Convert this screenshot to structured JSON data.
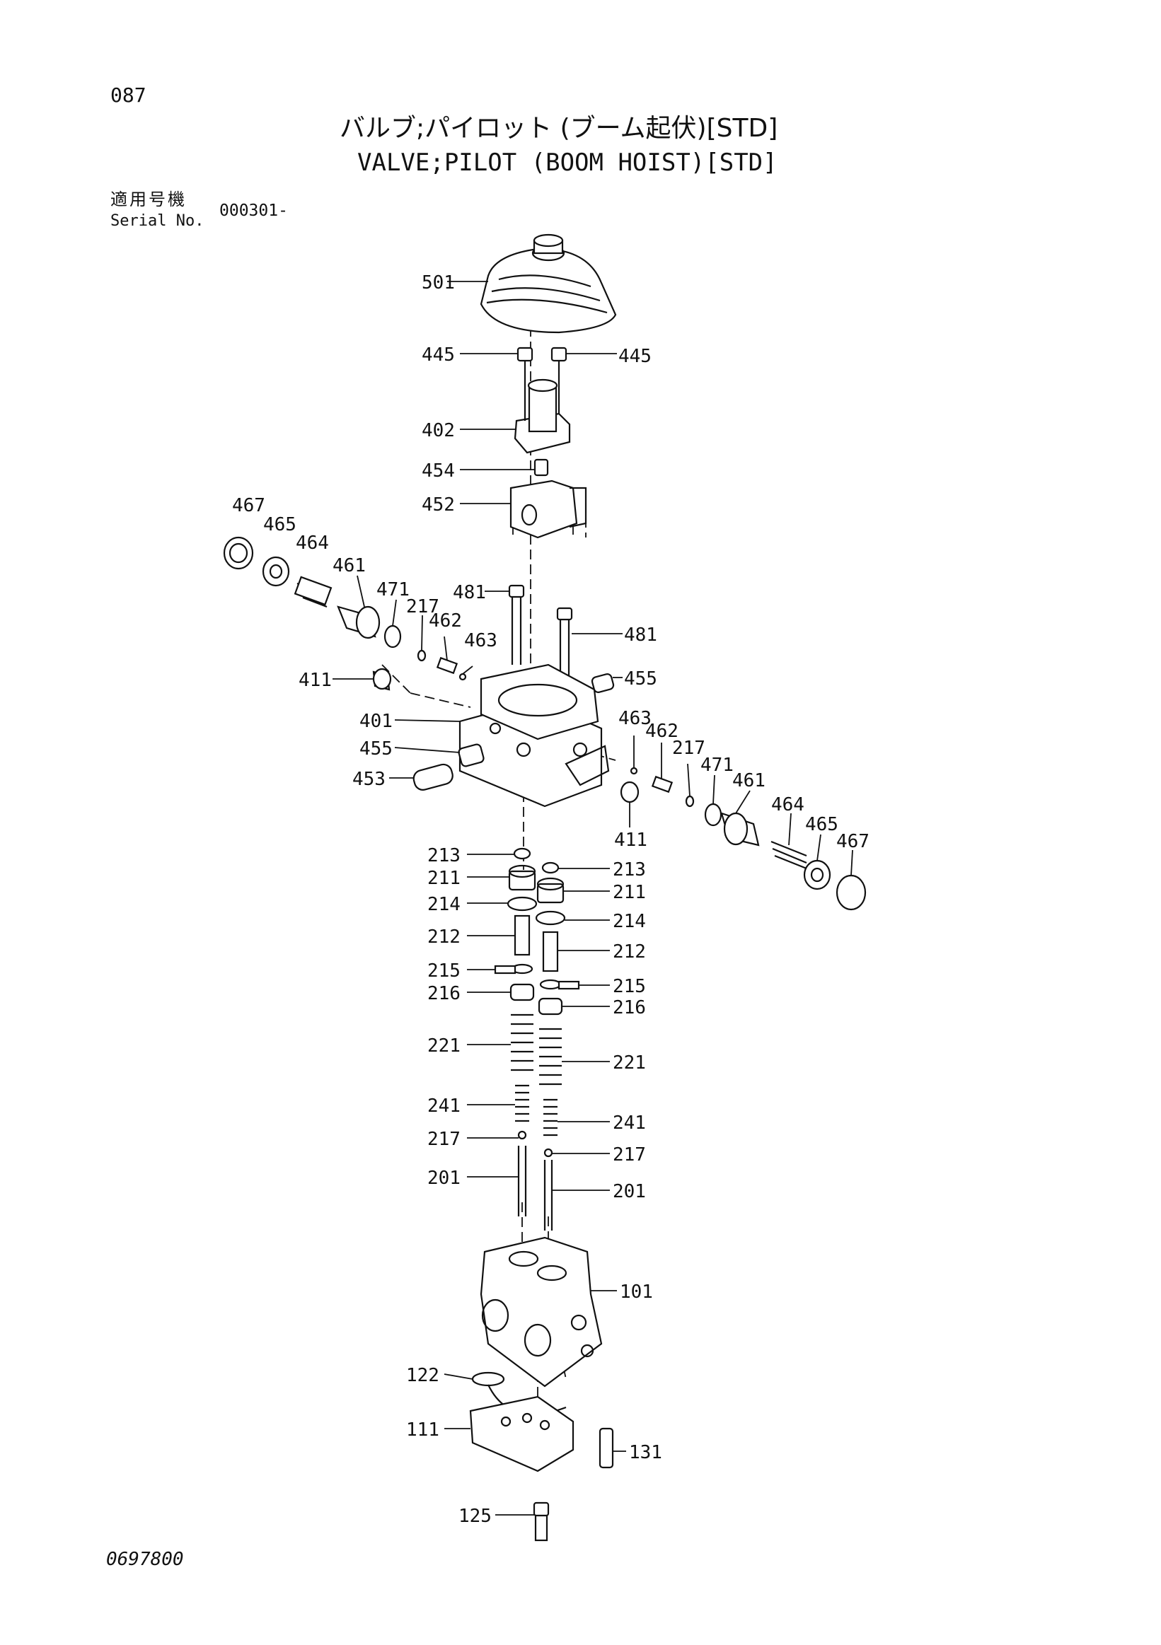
{
  "header": {
    "page_number": "087",
    "title_jp": "バルブ;パイロット (ブーム起伏)[STD]",
    "title_en": "VALVE;PILOT (BOOM HOIST)[STD]",
    "serial_label_jp": "適用号機",
    "serial_label_en": "Serial No.",
    "serial_value": "000301-"
  },
  "footer": {
    "document_number": "0697800"
  },
  "callouts": [
    "501",
    "445",
    "445",
    "402",
    "454",
    "452",
    "467",
    "465",
    "464",
    "461",
    "471",
    "217",
    "462",
    "463",
    "481",
    "481",
    "411",
    "455",
    "401",
    "455",
    "453",
    "463",
    "462",
    "217",
    "471",
    "461",
    "464",
    "465",
    "467",
    "411",
    "213",
    "211",
    "214",
    "212",
    "215",
    "216",
    "221",
    "241",
    "217",
    "201",
    "213",
    "211",
    "214",
    "212",
    "215",
    "216",
    "221",
    "241",
    "217",
    "201",
    "101",
    "122",
    "111",
    "131",
    "125"
  ]
}
